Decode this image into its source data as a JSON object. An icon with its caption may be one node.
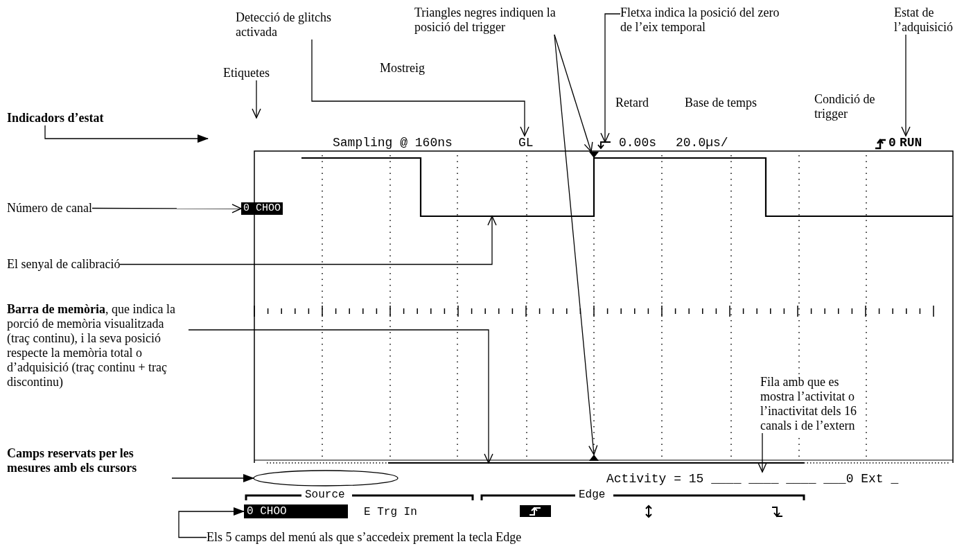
{
  "diagram": {
    "nodes": [
      {
        "text": [
          "Detecció de glitchs activada"
        ]
      },
      {
        "text": [
          "GL"
        ]
      },
      {
        "text": [
          "Triangles negres indiquen la posició del trigger"
        ]
      },
      {
        "text": [],
        "shape": "triangle"
      },
      {
        "text": [],
        "shape": "triangle"
      },
      {
        "text": [
          "Fletxa indica la posició del zero de l’eix temporal"
        ]
      },
      {
        "text": [],
        "shape": "arrow"
      },
      {
        "text": [
          "Estat de l’adquisició"
        ]
      },
      {
        "text": [
          "RUN"
        ]
      },
      {
        "text": [
          "Etiquetes"
        ]
      },
      {
        "text": [
          "Indicadors d’estat"
        ]
      },
      {
        "text": [
          "Número de canal"
        ]
      },
      {
        "text": [
          "0 CHOO"
        ]
      },
      {
        "text": [
          "El senyal de calibració"
        ]
      },
      {
        "text": [],
        "shape": "line"
      },
      {
        "text": [
          "**Barra de memòria**, que indica la porció de memòria visualitzada (traç continu), i la seva posició respecte la memòria total o d’adquisició (traç continu + traç discontinu)"
        ]
      },
      {
        "text": [],
        "shape": "bar"
      },
      {
        "text": [
          "Camps reservats per les mesures amb els cursors"
        ]
      },
      {
        "text": [],
        "shape": "ellipse"
      },
      {
        "text": [
          "Fila amb que es mostra l’activitat o l’inactivitat dels 16 canals i de l’extern"
        ]
      },
      {
        "text": [
          "Activity = 15 ____ ____ ____ ___0 Ext _"
        ]
      },
      {
        "text": [
          "Els 5 camps del menú als que s’accedeix prement la tecla Edge"
        ]
      },
      {
        "text": [
          "0 CHOO"
        ]
      }
    ],
    "edges": [
      {
        "from": 0,
        "to": 1,
        "arrow": "to"
      },
      {
        "from": 2,
        "to": 3,
        "arrow": "to"
      },
      {
        "from": 2,
        "to": 4,
        "arrow": "to"
      },
      {
        "from": 5,
        "to": 6,
        "arrow": "to"
      },
      {
        "from": 7,
        "to": 8,
        "arrow": "to"
      },
      {
        "from": 9,
        "to": null,
        "arrow": "to"
      },
      {
        "from": 10,
        "to": null,
        "arrow": "to"
      },
      {
        "from": 11,
        "to": 12,
        "arrow": "to"
      },
      {
        "from": 13,
        "to": 14,
        "arrow": "to"
      },
      {
        "from": 15,
        "to": 16,
        "arrow": "to"
      },
      {
        "from": 17,
        "to": 18,
        "arrow": "to"
      },
      {
        "from": 19,
        "to": 20,
        "arrow": "to"
      },
      {
        "from": 21,
        "to": 22,
        "arrow": "to"
      }
    ],
    "labels": [
      "Mostreig",
      "Retard",
      "Base de temps",
      "Condició de trigger",
      "Sampling @ 160ns",
      "0.00s",
      "20.0µs/",
      "0",
      "Source",
      "Edge",
      "E Trg In"
    ]
  }
}
